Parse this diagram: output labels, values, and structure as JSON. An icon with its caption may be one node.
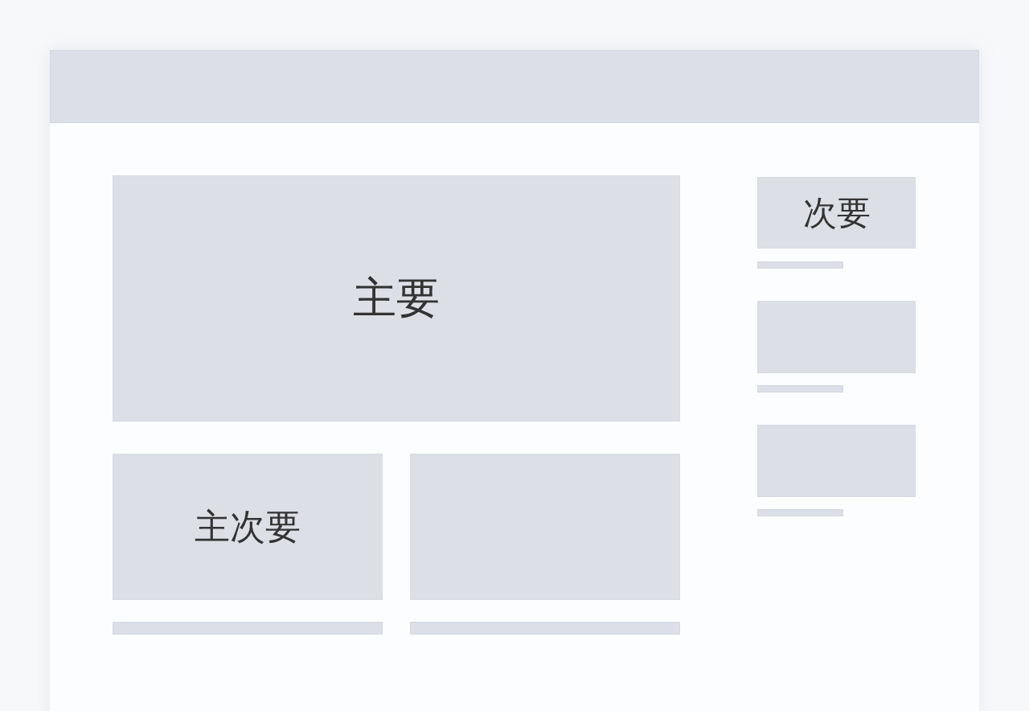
{
  "diagram": {
    "nodes": [
      {
        "text": [
          "主要"
        ]
      },
      {
        "text": [
          "次要"
        ]
      },
      {
        "text": [],
        "shape": "box"
      },
      {
        "text": [],
        "shape": "box"
      },
      {
        "text": [
          "主次要"
        ]
      },
      {
        "text": [],
        "shape": "box"
      }
    ]
  }
}
